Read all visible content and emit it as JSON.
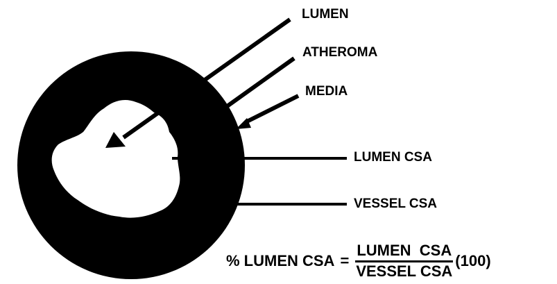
{
  "labels": {
    "lumen": "LUMEN",
    "atheroma": "ATHEROMA",
    "media": "MEDIA",
    "lumen_csa": "LUMEN CSA",
    "vessel_csa": "VESSEL CSA"
  },
  "formula": {
    "lhs": "% LUMEN CSA",
    "equals": "=",
    "numerator": "LUMEN  CSA",
    "denominator": "VESSEL CSA",
    "multiplier": "(100)"
  },
  "colors": {
    "ink": "#000000",
    "background": "#ffffff"
  }
}
